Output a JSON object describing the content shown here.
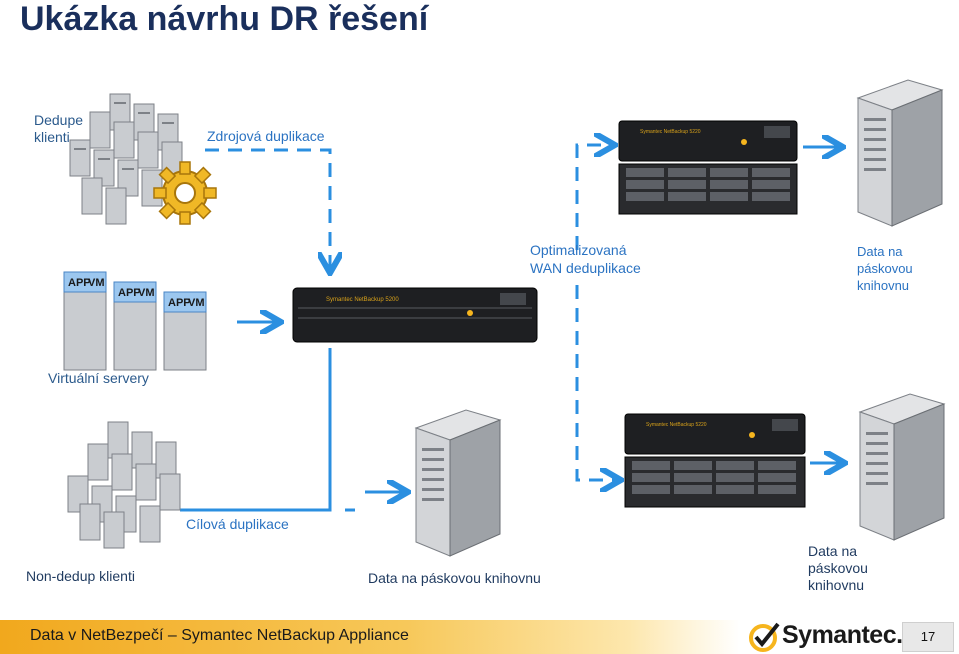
{
  "title": "Ukázka návrhu DR řešení",
  "labels": {
    "dedupe_clients": "Dedupe klienti",
    "source_dedup": "Zdrojová duplikace",
    "wan_dedup": "Optimalizovaná WAN deduplikace",
    "tape_top_right": "Data na páskovou knihovnu",
    "virtual_servers": "Virtuální servery",
    "target_dedup": "Cílová duplikace",
    "nondedup_clients": "Non-dedup klienti",
    "tape_center": "Data na páskovou knihovnu",
    "tape_bottom_right": "Data na páskovou knihovnu"
  },
  "device_labels": {
    "appliance_main": "Symantec NetBackup 5200",
    "appliance_remote_top": "Symantec NetBackup 5220",
    "appliance_remote_bottom": "Symantec NetBackup 5220",
    "vm_tag_app": "APP",
    "vm_tag_vm": "VM"
  },
  "footer": {
    "text": "Data v NetBezpečí – Symantec NetBackup Appliance",
    "brand": "Symantec.",
    "page_number": "17"
  },
  "colors": {
    "title": "#1a2f5c",
    "accent_blue": "#2b73c2",
    "flow_line": "#2b8fe0",
    "footer_gradient_start": "#f1a81d",
    "brand_yellow": "#f6b51e"
  },
  "icons": [
    "server-cluster-icon",
    "gear-icon",
    "virtual-machine-icon",
    "backup-appliance-icon",
    "tape-library-icon",
    "symantec-checkmark-icon"
  ]
}
